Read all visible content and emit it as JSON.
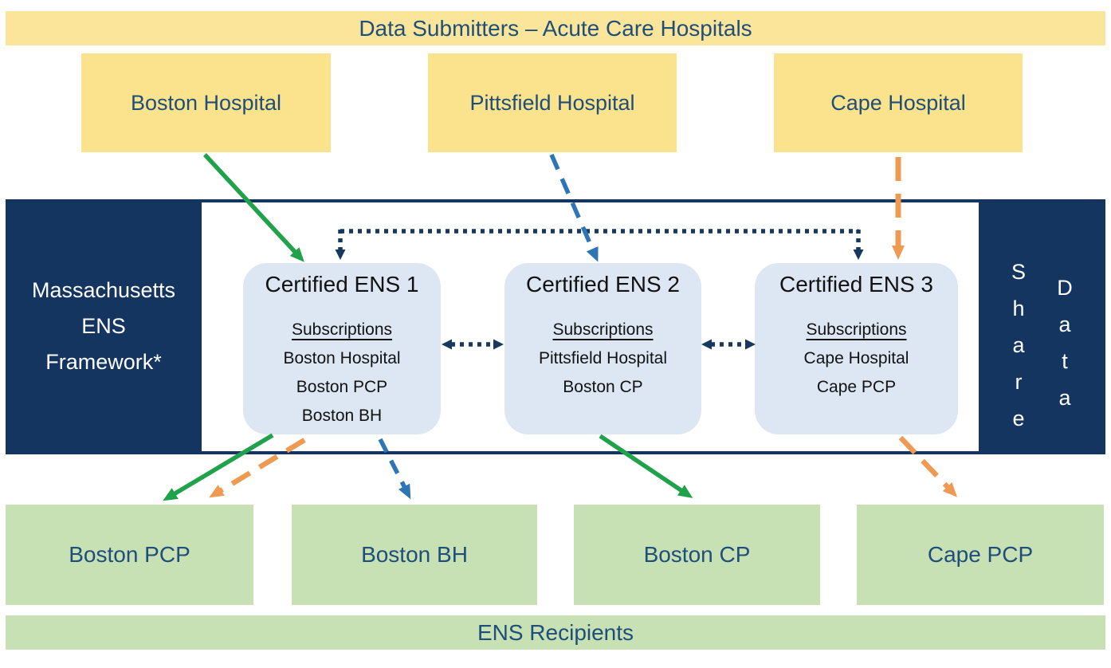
{
  "banners": {
    "top": "Data Submitters – Acute Care Hospitals",
    "bottom": "ENS Recipients"
  },
  "hospitals": [
    {
      "label": "Boston Hospital"
    },
    {
      "label": "Pittsfield Hospital"
    },
    {
      "label": "Cape Hospital"
    }
  ],
  "framework": {
    "line1": "Massachusetts",
    "line2": "ENS",
    "line3": "Framework*"
  },
  "share_data": {
    "share": "Share",
    "data": "Data"
  },
  "ens_nodes": [
    {
      "title": "Certified ENS 1",
      "subscriptions_heading": "Subscriptions",
      "subscriptions": [
        "Boston Hospital",
        "Boston PCP",
        "Boston BH"
      ]
    },
    {
      "title": "Certified ENS 2",
      "subscriptions_heading": "Subscriptions",
      "subscriptions": [
        "Pittsfield Hospital",
        "Boston CP"
      ]
    },
    {
      "title": "Certified ENS 3",
      "subscriptions_heading": "Subscriptions",
      "subscriptions": [
        "Cape Hospital",
        "Cape PCP"
      ]
    }
  ],
  "recipients": [
    {
      "label": "Boston PCP"
    },
    {
      "label": "Boston BH"
    },
    {
      "label": "Boston CP"
    },
    {
      "label": "Cape PCP"
    }
  ],
  "colors": {
    "banner_yellow": "#FBE59B",
    "hospital_yellow": "#FBE28C",
    "navy": "#143560",
    "navy_text": "#1F4E79",
    "ens_fill": "#DDE7F3",
    "ens_text": "#121212",
    "green_fill": "#C7E0B4",
    "arrow_green": "#1FA24A",
    "arrow_orange": "#EE9A52",
    "arrow_blue": "#2E75B6",
    "arrow_navy": "#17395F"
  }
}
